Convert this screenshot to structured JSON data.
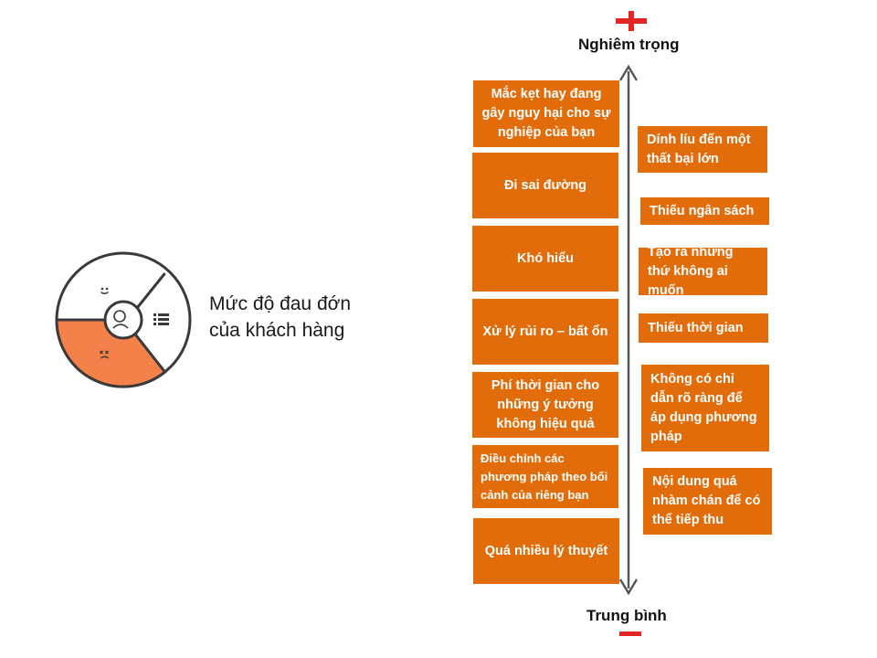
{
  "caption": {
    "line1": "Mức độ đau đớn",
    "line2": "của khách hàng"
  },
  "axis": {
    "top_label": "Nghiêm trọng",
    "bottom_label": "Trung bình",
    "top_symbol": "+",
    "bottom_symbol": "−",
    "symbol_color": "#E32626"
  },
  "colors": {
    "box_fill": "#E36C0A",
    "box_text": "#FFFFFF",
    "wheel_pain": "#F4804A",
    "wheel_stroke": "#3A3A3A"
  },
  "wheel_icons": {
    "gain": "smile-icon",
    "pain": "frown-icon",
    "jobs": "list-icon"
  },
  "left_column": [
    {
      "text": "Mắc kẹt hay đang gây nguy hại cho sự nghiệp của bạn"
    },
    {
      "text": "Đi sai đường"
    },
    {
      "text": "Khó hiểu"
    },
    {
      "text": "Xử lý rủi ro – bất ổn"
    },
    {
      "text": "Phí thời gian cho những ý tưởng không hiệu quả"
    },
    {
      "text": "Điều chỉnh các phương pháp theo bối cảnh của riêng bạn"
    },
    {
      "text": "Quá nhiều lý thuyết"
    }
  ],
  "right_column": [
    {
      "text": "Dính líu đến một thất bại lớn"
    },
    {
      "text": "Thiếu ngân sách"
    },
    {
      "text": "Tạo ra những thứ không ai muốn"
    },
    {
      "text": "Thiếu thời gian"
    },
    {
      "text": "Không có chỉ dẫn rõ ràng để áp dụng phương pháp"
    },
    {
      "text": "Nội dung quá nhàm chán để có thể tiếp thu"
    }
  ]
}
